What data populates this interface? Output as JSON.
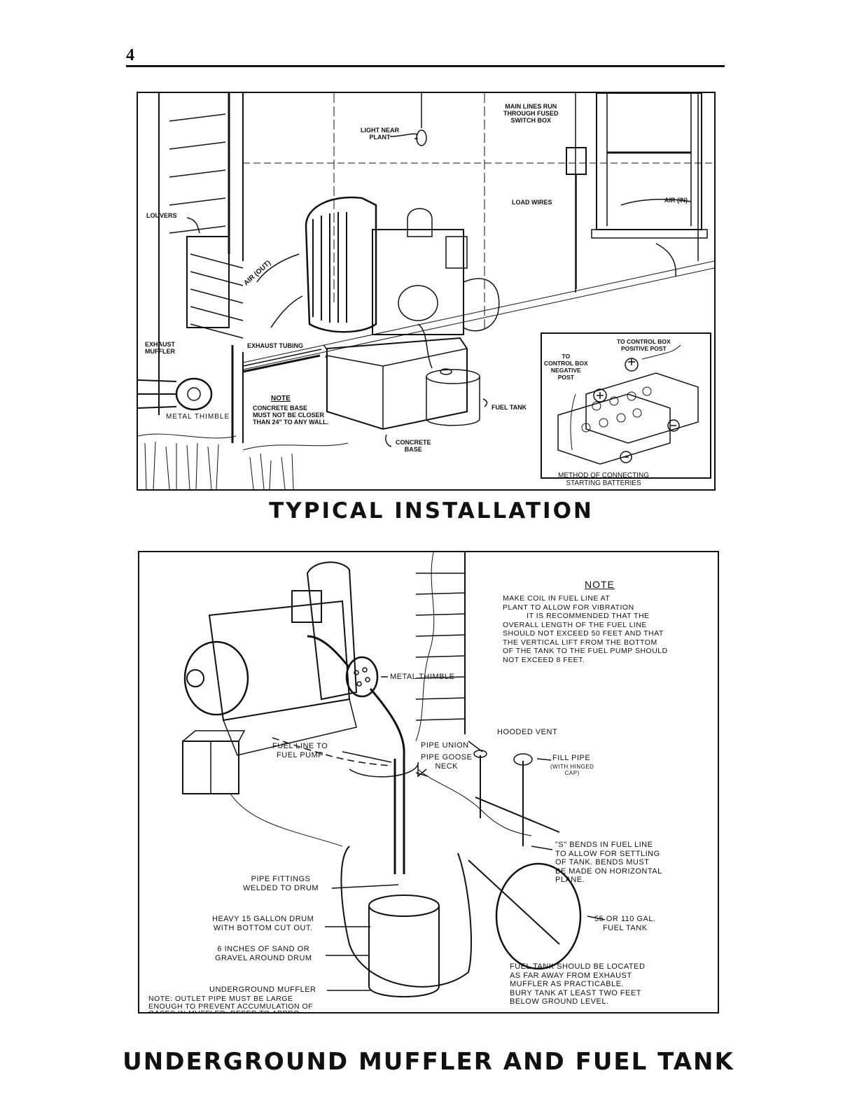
{
  "page": {
    "number": "4",
    "caption_top": "TYPICAL INSTALLATION",
    "caption_bottom": "UNDERGROUND MUFFLER AND FUEL TANK"
  },
  "fig1": {
    "light": "LIGHT NEAR\nPLANT",
    "main_lines": "MAIN LINES RUN\nTHROUGH FUSED\nSWITCH BOX",
    "load_wires": "LOAD WIRES",
    "air_in": "AIR (IN)",
    "louvers": "LOUVERS",
    "air_out": "AIR (OUT)",
    "exhaust_muffler": "EXHAUST\nMUFFLER",
    "exhaust_tubing": "EXHAUST TUBING",
    "metal_thimble": "METAL THIMBLE",
    "note_title": "NOTE",
    "note_text": "CONCRETE BASE\nMUST NOT BE CLOSER\nTHAN 24\" TO ANY WALL.",
    "fuel_tank": "FUEL TANK",
    "concrete_base": "CONCRETE\nBASE",
    "to_positive": "TO CONTROL BOX\nPOSITIVE POST",
    "to_negative": "TO\nCONTROL BOX\nNEGATIVE\nPOST",
    "inset_caption": "METHOD OF CONNECTING\nSTARTING BATTERIES"
  },
  "fig2": {
    "note_title": "NOTE",
    "note_text": "MAKE COIL IN FUEL LINE AT\nPLANT TO ALLOW FOR VIBRATION\n          IT IS RECOMMENDED THAT THE\nOVERALL LENGTH OF THE FUEL LINE\nSHOULD NOT EXCEED 50 FEET AND THAT\nTHE VERTICAL LIFT FROM THE BOTTOM\nOF THE TANK TO THE FUEL PUMP SHOULD\nNOT EXCEED 8 FEET.",
    "metal_thimble": "METAL THIMBLE",
    "hooded_vent": "HOODED VENT",
    "fuel_line": "FUEL LINE TO\nFUEL PUMP",
    "pipe_union": "PIPE UNION",
    "pipe_goose": "PIPE GOOSE\nNECK",
    "fill_pipe": "FILL PIPE",
    "fill_pipe_sub": "(WITH HINGED\nCAP)",
    "s_bends": "\"S\" BENDS IN FUEL LINE\nTO ALLOW FOR SETTLING\nOF TANK. BENDS MUST\nBE MADE ON HORIZONTAL\nPLANE.",
    "pipe_fittings": "PIPE FITTINGS\nWELDED TO DRUM",
    "drum": "HEAVY 15 GALLON DRUM\nWITH BOTTOM CUT OUT.",
    "sand": "6 INCHES OF SAND OR\nGRAVEL AROUND DRUM",
    "fuel_tank_size": "55 OR 110 GAL.\nFUEL TANK",
    "underground_muffler": "UNDERGROUND MUFFLER",
    "outlet_note": "NOTE: OUTLET PIPE MUST BE LARGE\nENOUGH TO PREVENT ACCUMULATION OF\nGASES IN MUFFLER; REFER TO APPRO-\nPRIATE SECTION IN THIS BOOK.",
    "tank_location": "FUEL TANK SHOULD BE LOCATED\nAS FAR AWAY FROM EXHAUST\nMUFFLER AS PRACTICABLE.\nBURY TANK AT LEAST TWO FEET\nBELOW GROUND LEVEL."
  }
}
